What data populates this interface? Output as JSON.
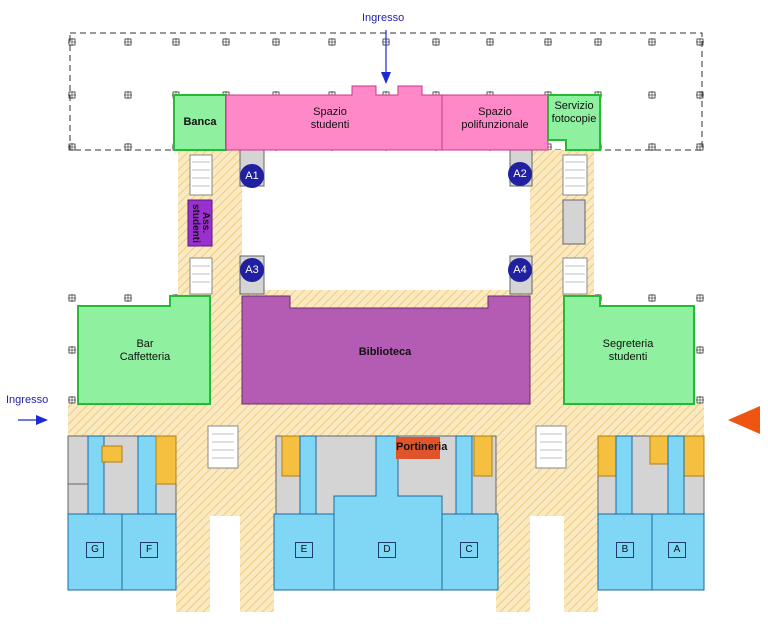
{
  "entrances": {
    "top": "Ingresso",
    "left": "Ingresso"
  },
  "rooms": {
    "banca": "Banca",
    "spazio_studenti": [
      "Spazio",
      "studenti"
    ],
    "spazio_polifunzionale": [
      "Spazio",
      "polifunzionale"
    ],
    "servizio_fotocopie": [
      "Servizio",
      "fotocopie"
    ],
    "ass_studenti": "Ass. studenti",
    "bar_caffetteria": [
      "Bar",
      "Caffetteria"
    ],
    "biblioteca": "Biblioteca",
    "segreteria_studenti": [
      "Segreteria",
      "studenti"
    ],
    "portineria": "Portineria"
  },
  "lifts": [
    "A1",
    "A2",
    "A3",
    "A4"
  ],
  "classrooms": [
    "G",
    "F",
    "E",
    "D",
    "C",
    "B",
    "A"
  ],
  "colors": {
    "green_room": "#8ff0a0",
    "pink_room": "#ff88c8",
    "purple_room": "#b45cb4",
    "violet_room": "#9b30d0",
    "blue_room": "#7fd7f5",
    "corridor": "#fbe7b8",
    "portineria": "#e0542a",
    "lift": "#2020a0",
    "service": "#d4d4d4",
    "entrance_marker": "#ee5511",
    "entrance_arrow": "#1a2bd6"
  }
}
